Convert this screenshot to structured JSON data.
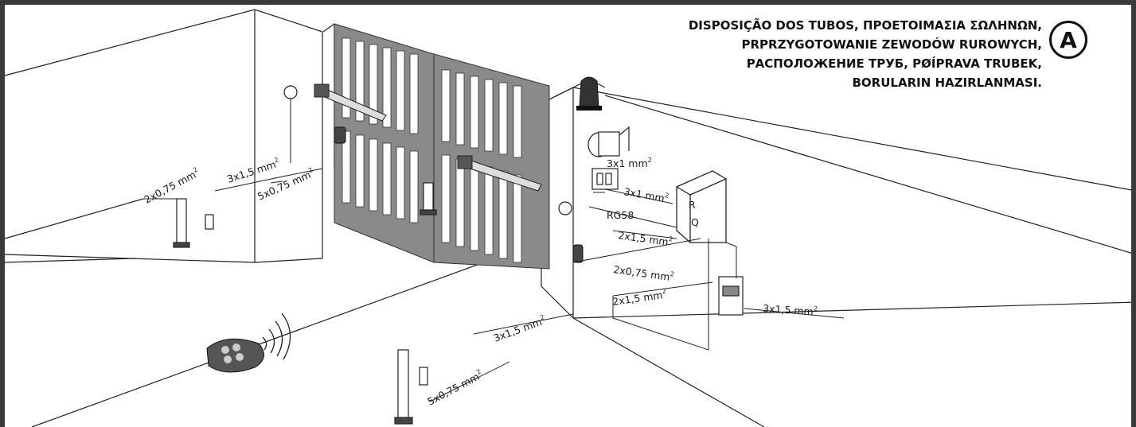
{
  "title_lines": [
    "DISPOSIÇÃO DOS TUBOS, ΠΡΟΕΤΟΙΜΑΣΙΑ ΣΩΛΗΝΩΝ,",
    "PRPRZYGOTOWANIE ZEWODÓW RUROWYCH,",
    "РАСПОЛОЖЕНИЕ ТРУБ, PØÍPRAVA TRUBEK,",
    "BORULARIN HAZIRLANMASI."
  ],
  "figure_badge": "A",
  "labels": {
    "w1": "2x0,75 mm",
    "w2": "3x1,5 mm",
    "w3": "5x0,75 mm",
    "w4": "3x1 mm",
    "w5": "3x1 mm",
    "w6": "RG58",
    "w7": "2x1,5 mm",
    "w8": "2x0,75 mm",
    "w9": "2x1,5 mm",
    "w10": "3x1,5 mm",
    "w11": "3x1,5 mm",
    "w12": "5x0,75 mm",
    "sq": "2"
  },
  "panel_letters": [
    "R",
    "Q"
  ],
  "colors": {
    "frame": "#3a3a3a",
    "gate": "#8a8a8a",
    "ink": "#1a1a1a"
  },
  "icons": [
    "gate-icon",
    "motor-arm-icon",
    "flashing-lamp-icon",
    "photocell-post-icon",
    "control-panel-icon",
    "key-selector-icon",
    "remote-control-icon",
    "antenna-icon",
    "switch-icon"
  ]
}
